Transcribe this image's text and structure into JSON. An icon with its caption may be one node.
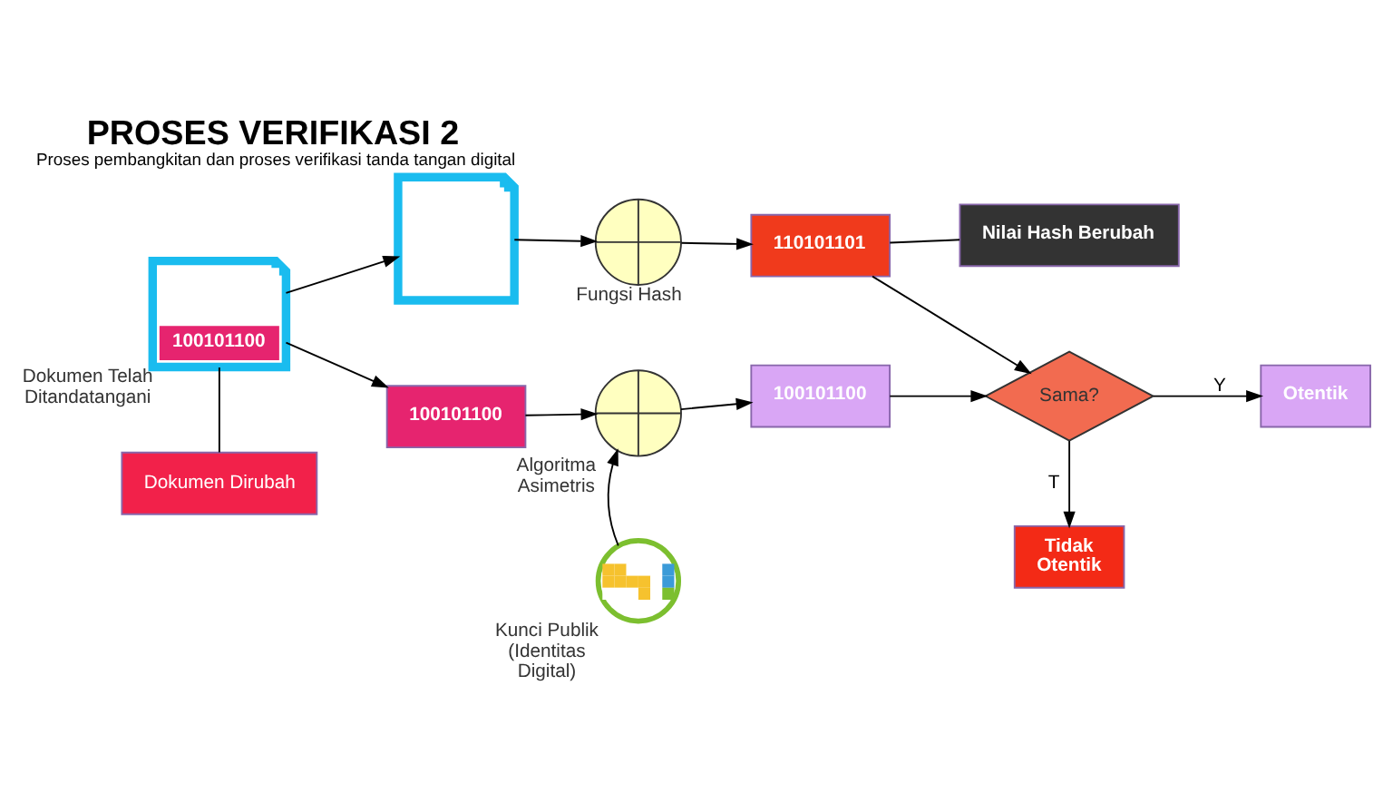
{
  "diagram": {
    "title": "PROSES VERIFIKASI 2",
    "caption": "Proses pembangkitan dan proses verifikasi tanda tangan digital",
    "nodes": [
      {
        "text": [
          "100101100"
        ],
        "beside": [
          "Dokumen Telah Ditandatangani"
        ]
      },
      {
        "text": [],
        "shape": "document"
      },
      {
        "text": [],
        "shape": "circle",
        "beside": [
          "Fungsi Hash"
        ]
      },
      {
        "text": [
          "110101101"
        ]
      },
      {
        "text": [
          "Nilai Hash Berubah"
        ]
      },
      {
        "text": [
          "100101100"
        ]
      },
      {
        "text": [],
        "shape": "circle",
        "beside": [
          "Algoritma Asimetris"
        ]
      },
      {
        "text": [
          "100101100"
        ]
      },
      {
        "text": [
          "Sama?"
        ]
      },
      {
        "text": [
          "Otentik"
        ]
      },
      {
        "text": [
          "Tidak Otentik"
        ]
      },
      {
        "text": [],
        "shape": "picture",
        "beside": [
          "Kunci Publik (Identitas Digital)"
        ]
      },
      {
        "text": [
          "Dokumen Dirubah"
        ]
      }
    ],
    "edges": [
      {
        "from": 0,
        "to": 1,
        "arrow": "to"
      },
      {
        "from": 1,
        "to": 2,
        "arrow": "to"
      },
      {
        "from": 2,
        "to": 3,
        "arrow": "to"
      },
      {
        "from": 3,
        "to": 8,
        "arrow": "to"
      },
      {
        "from": 4,
        "to": 3,
        "arrow": "none"
      },
      {
        "from": 0,
        "to": 5,
        "arrow": "to"
      },
      {
        "from": 5,
        "to": 6,
        "arrow": "to"
      },
      {
        "from": 6,
        "to": 7,
        "arrow": "to"
      },
      {
        "from": 7,
        "to": 8,
        "arrow": "to"
      },
      {
        "from": 8,
        "to": 9,
        "label": "Y",
        "arrow": "to"
      },
      {
        "from": 8,
        "to": 10,
        "label": "T",
        "arrow": "to"
      },
      {
        "from": 11,
        "to": 6,
        "arrow": "to"
      },
      {
        "from": 12,
        "to": 0,
        "arrow": "none"
      }
    ]
  }
}
